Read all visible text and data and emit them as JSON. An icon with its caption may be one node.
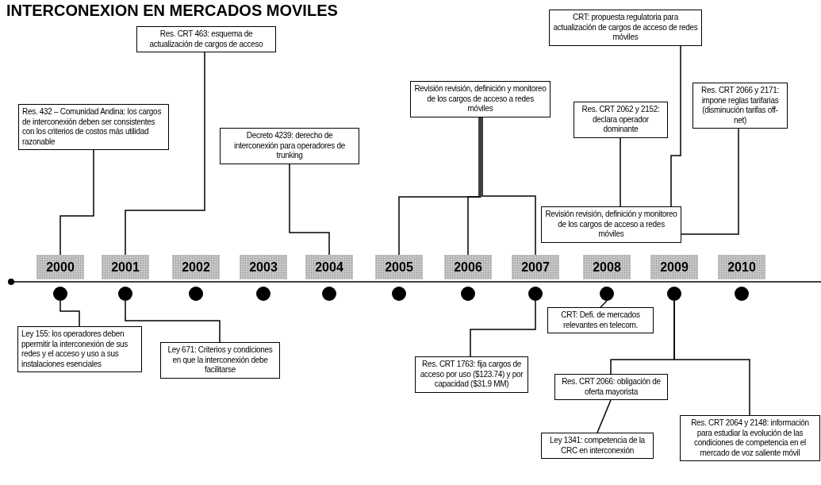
{
  "diagram": {
    "title": "INTERCONEXION EN MERCADOS MOVILES",
    "nodes": [
      {
        "text": [
          "Res. 432 – Comunidad Andina: los cargos de interconexión deben ser consistentes con los criterios de costos más utilidad razonable"
        ]
      },
      {
        "text": [
          "Res. CRT 463: esquema de actualización de cargos de acceso"
        ]
      },
      {
        "text": [
          "Decreto 4239: derecho de interconexión para operadores de trunking"
        ]
      },
      {
        "text": [
          "Revisión revisión, definición y monitoreo de los cargos de acceso a redes móviles"
        ]
      },
      {
        "text": [
          "CRT: propuesta regulatoria para actualización de cargos de acceso de redes móviles"
        ]
      },
      {
        "text": [
          "Res. CRT 2062 y 2152: declara operador dominante"
        ]
      },
      {
        "text": [
          "Res. CRT 2066 y 2171: impone reglas tarifarias (disminución tarifas off-net)"
        ]
      },
      {
        "text": [
          "Revisión revisión, definición y monitoreo de los cargos de acceso a redes móviles"
        ]
      },
      {
        "text": [
          "2000"
        ]
      },
      {
        "text": [
          "2001"
        ]
      },
      {
        "text": [
          "2002"
        ]
      },
      {
        "text": [
          "2003"
        ]
      },
      {
        "text": [
          "2004"
        ]
      },
      {
        "text": [
          "2005"
        ]
      },
      {
        "text": [
          "2006"
        ]
      },
      {
        "text": [
          "2007"
        ]
      },
      {
        "text": [
          "2008"
        ]
      },
      {
        "text": [
          "2009"
        ]
      },
      {
        "text": [
          "2010"
        ]
      },
      {
        "text": [],
        "shape": "circle"
      },
      {
        "text": [],
        "shape": "circle"
      },
      {
        "text": [],
        "shape": "circle"
      },
      {
        "text": [],
        "shape": "circle"
      },
      {
        "text": [],
        "shape": "circle"
      },
      {
        "text": [],
        "shape": "circle"
      },
      {
        "text": [],
        "shape": "circle"
      },
      {
        "text": [],
        "shape": "circle"
      },
      {
        "text": [],
        "shape": "circle"
      },
      {
        "text": [],
        "shape": "circle"
      },
      {
        "text": [],
        "shape": "circle"
      },
      {
        "text": [
          "Ley 155: los operadores deben ppermitir la interconexión de sus redes y el acceso y uso a sus instalaciones esenciales"
        ]
      },
      {
        "text": [
          "Ley 671: Criterios y condiciones en que la interconexión debe facilitarse"
        ]
      },
      {
        "text": [
          "Res. CRT 1763: fija cargos de acceso por uso ($123.74) y por capacidad ($31.9 MM)"
        ]
      },
      {
        "text": [
          "CRT: Defi. de mercados relevantes en telecom."
        ]
      },
      {
        "text": [
          "Res. CRT 2066: obligación de oferta mayorista"
        ]
      },
      {
        "text": [
          "Ley 1341: competencia de la CRC en interconexión"
        ]
      },
      {
        "text": [
          "Res. CRT 2064 y 2148: información para estudiar la evolución de las condiciones de competencia en el mercado de voz saliente móvil"
        ]
      }
    ],
    "edges": [
      {
        "from": 0,
        "to": 8,
        "arrow": "none"
      },
      {
        "from": 1,
        "to": 9,
        "arrow": "none"
      },
      {
        "from": 2,
        "to": 12,
        "arrow": "none"
      },
      {
        "from": 3,
        "to": 13,
        "arrow": "none"
      },
      {
        "from": 3,
        "to": 14,
        "arrow": "none"
      },
      {
        "from": 3,
        "to": 15,
        "arrow": "none"
      },
      {
        "from": 4,
        "to": 7,
        "arrow": "none"
      },
      {
        "from": 5,
        "to": 7,
        "arrow": "none"
      },
      {
        "from": 6,
        "to": 7,
        "arrow": "none"
      },
      {
        "from": 19,
        "to": 30,
        "arrow": "none"
      },
      {
        "from": 20,
        "to": 31,
        "arrow": "none"
      },
      {
        "from": 26,
        "to": 32,
        "arrow": "none"
      },
      {
        "from": 27,
        "to": 33,
        "arrow": "none"
      },
      {
        "from": 28,
        "to": 34,
        "arrow": "none"
      },
      {
        "from": 28,
        "to": 36,
        "arrow": "none"
      },
      {
        "from": 34,
        "to": 35,
        "arrow": "none"
      }
    ]
  }
}
